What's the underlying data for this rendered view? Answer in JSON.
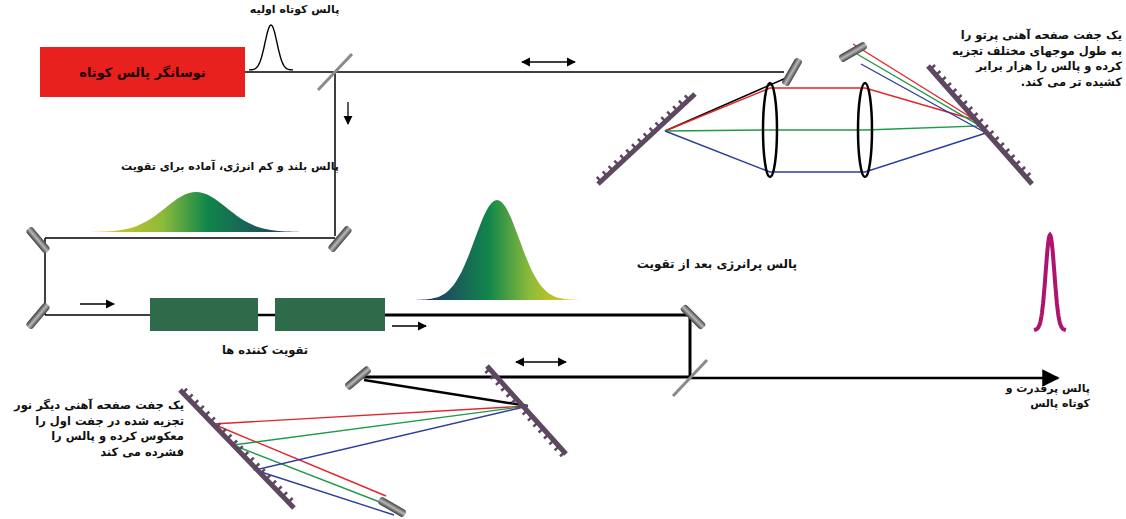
{
  "diagram": {
    "nodes": [
      {
        "text": [
          "نوسانگر پالس کوتاه"
        ]
      }
    ],
    "edges": [],
    "labels": [
      "پالس کوتاه اولیه",
      "یک جفت صفحه آهنی پرتو را به طول موجهای مختلف تجزیه کرده و پالس را هزار برابر کشیده تر می کند.",
      "پالس بلند و کم انرژی، آماده برای تقویت",
      "پالس پرانرژی بعد از تقویت",
      "تقویت کننده ها",
      "پالس پرقدرت و کوتاه پالس",
      "یک جفت صفحه آهنی دیگر نور تجزیه شده در جفت اول را معکوس کرده و پالس را فشرده می کند"
    ]
  }
}
